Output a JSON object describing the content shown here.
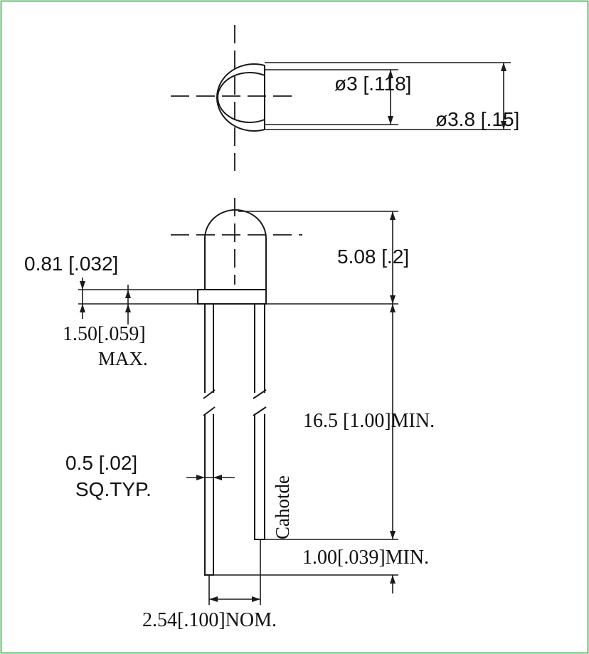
{
  "frame": {
    "border_color": "#5cc46a"
  },
  "top_view": {
    "inner_diameter": "ø3 [.118]",
    "outer_diameter": "ø3.8 [.15]"
  },
  "side_view": {
    "flange_thickness": "0.81 [.032]",
    "flange_max_label": "1.50[.059]",
    "flange_max_suffix": "MAX.",
    "dome_height": "5.08 [.2]",
    "lead_length": "16.5 [1.00]MIN.",
    "lead_size": "0.5 [.02]",
    "lead_size_suffix": "SQ.TYP.",
    "lead_offset": "1.00[.039]MIN.",
    "lead_spacing": "2.54[.100]NOM.",
    "cathode_label": "Cahotde"
  }
}
